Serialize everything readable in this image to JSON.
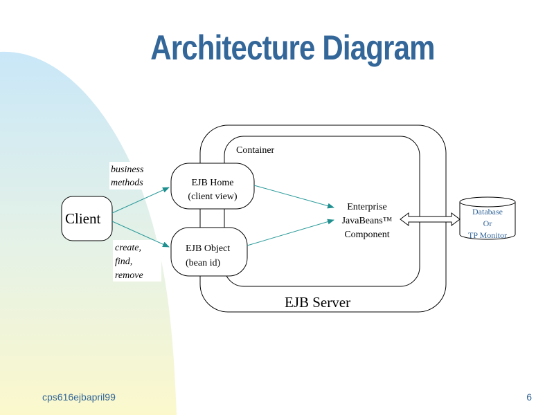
{
  "slide": {
    "title": "Architecture Diagram",
    "footer_left": "cps616ejbapril99",
    "page_number": "6"
  },
  "diagram": {
    "container_label": "Container",
    "server_label": "EJB Server",
    "client_label": "Client",
    "business_methods": [
      "business",
      "methods"
    ],
    "lifecycle_methods": [
      "create,",
      "find,",
      "remove"
    ],
    "ejb_home": [
      "EJB Home",
      "(client view)"
    ],
    "ejb_object": [
      "EJB Object",
      "(bean id)"
    ],
    "component": [
      "Enterprise",
      "JavaBeans™",
      "Component"
    ],
    "database": [
      "Database",
      "Or",
      "TP Monitor"
    ]
  },
  "colors": {
    "title": "#336699",
    "arrow": "#2a9a9a",
    "bg_blue": "#cde9f7",
    "bg_yellow": "#fbf8cc"
  }
}
